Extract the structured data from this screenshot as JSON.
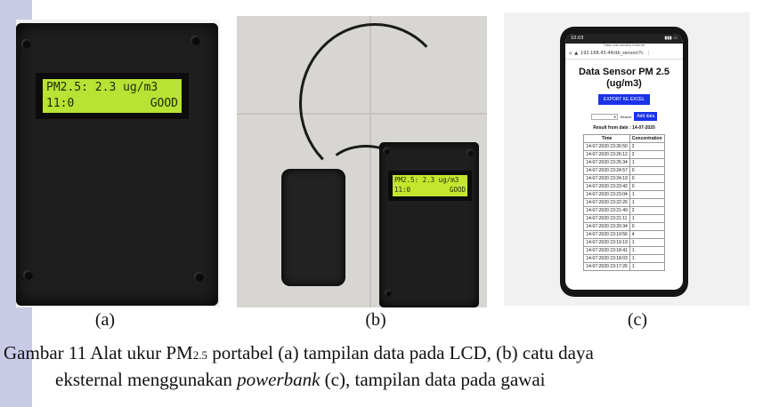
{
  "lcd": {
    "line1": "PM2.5: 2.3 ug/m3",
    "line2": "11:0",
    "status": "GOOD"
  },
  "phone": {
    "status_time": "10:03",
    "url": "192.168.43.44/db_sensor/?c",
    "notice": "Tidak ada koneksi internet",
    "title_line1": "Data Sensor PM 2.5",
    "title_line2": "(ug/m3)",
    "export_button": "EXPORT KE EXCEL",
    "search_button": "Search",
    "add_button": "Add data",
    "result_text": "Result from date : 14-07-2020",
    "table_headers": [
      "Time",
      "Concentration"
    ],
    "rows": [
      [
        "14-07-2020 23:26:50",
        "2"
      ],
      [
        "14-07-2020 23:26:12",
        "2"
      ],
      [
        "14-07-2020 23:25:34",
        "1"
      ],
      [
        "14-07-2020 23:24:57",
        "0"
      ],
      [
        "14-07-2020 23:24:19",
        "0"
      ],
      [
        "14-07-2020 23:23:42",
        "0"
      ],
      [
        "14-07-2020 23:23:04",
        "1"
      ],
      [
        "14-07-2020 23:22:26",
        "1"
      ],
      [
        "14-07-2020 23:21:49",
        "2"
      ],
      [
        "14-07-2020 23:21:11",
        "1"
      ],
      [
        "14-07-2020 23:20:34",
        "0"
      ],
      [
        "14-07-2020 23:19:56",
        "4"
      ],
      [
        "14-07-2020 23:19:19",
        "1"
      ],
      [
        "14-07-2020 23:18:41",
        "1"
      ],
      [
        "14-07-2020 23:18:03",
        "1"
      ],
      [
        "14-07-2020 23:17:26",
        "1"
      ]
    ]
  },
  "labels": {
    "a": "(a)",
    "b": "(b)",
    "c": "(c)"
  },
  "caption": {
    "part1": "Gambar 11 Alat ukur PM",
    "subscript": "2.5",
    "part2": " portabel (a) tampilan data pada LCD, (b) catu daya",
    "line2_part1": "eksternal menggunakan ",
    "line2_italic": "powerbank",
    "line2_part2": " (c), tampilan data pada gawai"
  }
}
